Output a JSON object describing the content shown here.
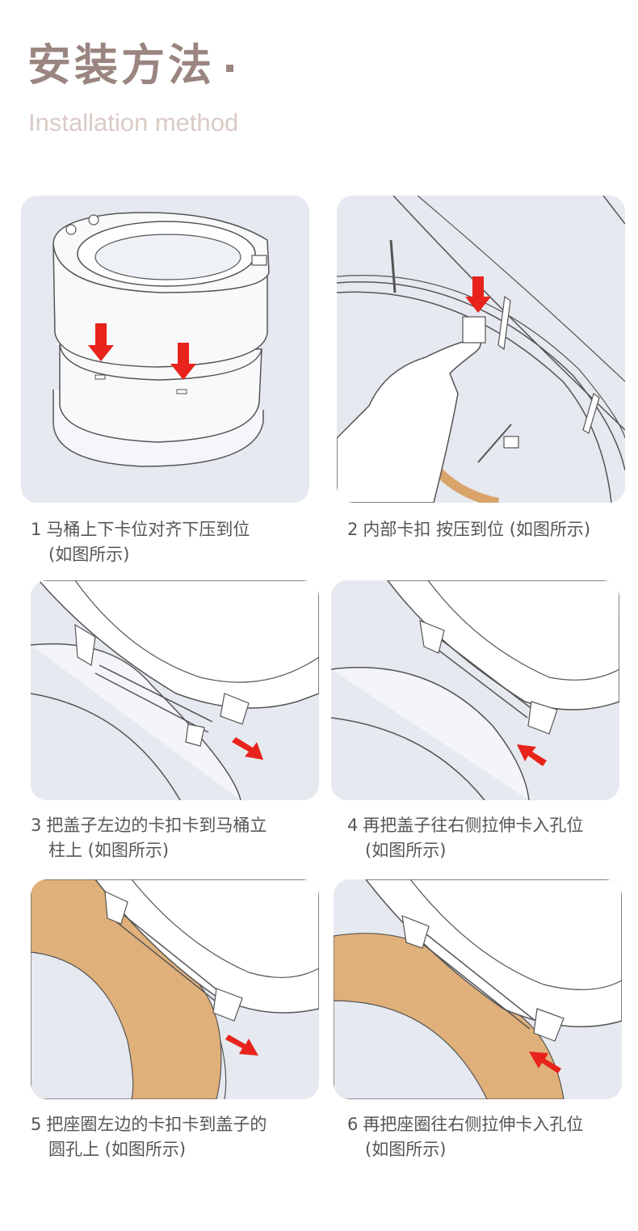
{
  "header": {
    "title": "安装方法",
    "subtitle": "Installation method"
  },
  "steps": [
    {
      "number": "1",
      "line1": "马桶上下卡位对齐下压到位",
      "line2": "(如图所示)"
    },
    {
      "number": "2",
      "line1": "内部卡扣 按压到位 (如图所示)",
      "line2": ""
    },
    {
      "number": "3",
      "line1": "把盖子左边的卡扣卡到马桶立",
      "line2": "柱上 (如图所示)"
    },
    {
      "number": "4",
      "line1": "再把盖子往右侧拉伸卡入孔位",
      "line2": "(如图所示)"
    },
    {
      "number": "5",
      "line1": "把座圈左边的卡扣卡到盖子的",
      "line2": "圆孔上 (如图所示)"
    },
    {
      "number": "6",
      "line1": "再把座圈往右侧拉伸卡入孔位",
      "line2": "(如图所示)"
    }
  ],
  "colors": {
    "title": "#9a8580",
    "subtitle": "#d9cbc6",
    "panel_bg": "#e6e9ef",
    "arrow": "#e8231c",
    "seat": "#e0b07a",
    "line": "#555555"
  }
}
